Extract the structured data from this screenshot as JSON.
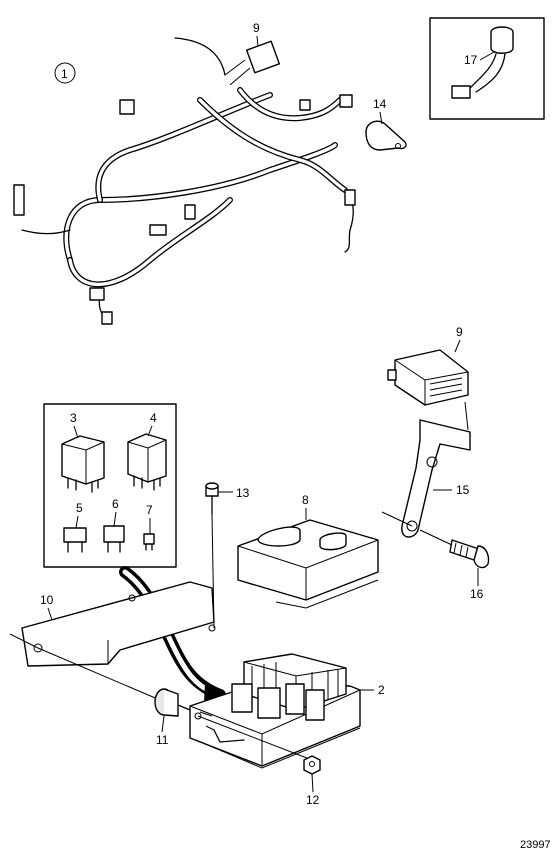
{
  "callouts": {
    "c1": "1",
    "c2": "2",
    "c3": "3",
    "c4": "4",
    "c5": "5",
    "c6": "6",
    "c7": "7",
    "c8": "8",
    "c9a": "9",
    "c9b": "9",
    "c10": "10",
    "c11": "11",
    "c12": "12",
    "c13": "13",
    "c14": "14",
    "c15": "15",
    "c16": "16",
    "c17": "17"
  },
  "figure_number": "23997"
}
